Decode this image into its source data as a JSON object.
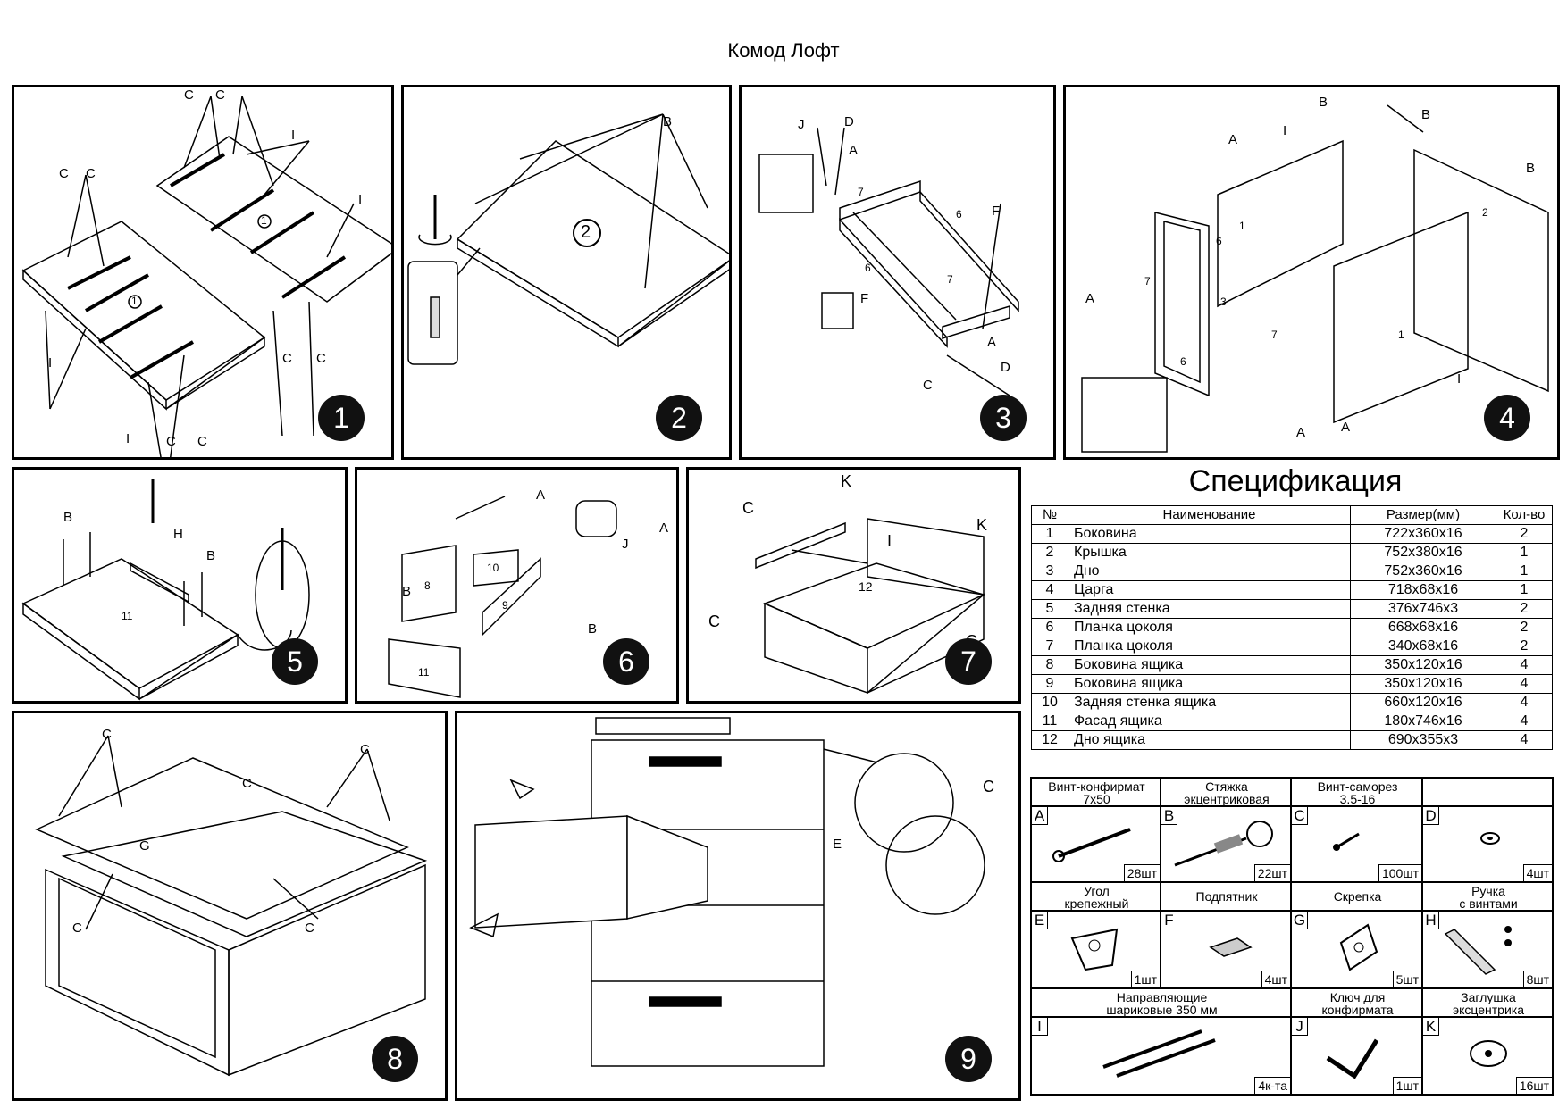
{
  "title": "Комод Лофт",
  "steps": [
    "1",
    "2",
    "3",
    "4",
    "5",
    "6",
    "7",
    "8",
    "9"
  ],
  "labels": {
    "p1": {
      "c": "C",
      "i": "I",
      "one": "1"
    },
    "p2": {
      "b": "B",
      "two": "2"
    },
    "p3": {
      "j": "J",
      "d": "D",
      "a": "A",
      "f": "F",
      "c": "C",
      "six": "6",
      "seven": "7"
    },
    "p4": {
      "b": "B",
      "a": "A",
      "i": "I",
      "one": "1",
      "two": "2",
      "three": "3",
      "six": "6",
      "seven": "7"
    },
    "p5": {
      "b": "B",
      "h": "H",
      "eleven": "11"
    },
    "p6": {
      "a": "A",
      "b": "B",
      "j": "J",
      "eight": "8",
      "nine": "9",
      "ten": "10",
      "eleven": "11"
    },
    "p7": {
      "c": "C",
      "k": "K",
      "i": "I",
      "twelve": "12"
    },
    "p8": {
      "c": "C",
      "g": "G"
    },
    "p9": {
      "c": "C",
      "e": "E"
    }
  },
  "spec": {
    "title": "Спецификация",
    "headers": [
      "№",
      "Наименование",
      "Размер(мм)",
      "Кол-во"
    ],
    "rows": [
      [
        "1",
        "Боковина",
        "722x360x16",
        "2"
      ],
      [
        "2",
        "Крышка",
        "752x380x16",
        "1"
      ],
      [
        "3",
        "Дно",
        "752x360x16",
        "1"
      ],
      [
        "4",
        "Царга",
        "718x68x16",
        "1"
      ],
      [
        "5",
        "Задняя стенка",
        "376x746x3",
        "2"
      ],
      [
        "6",
        "Планка цоколя",
        "668x68x16",
        "2"
      ],
      [
        "7",
        "Планка цоколя",
        "340x68x16",
        "2"
      ],
      [
        "8",
        "Боковина ящика",
        "350x120x16",
        "4"
      ],
      [
        "9",
        "Боковина ящика",
        "350x120x16",
        "4"
      ],
      [
        "10",
        "Задняя стенка ящика",
        "660x120x16",
        "4"
      ],
      [
        "11",
        "Фасад ящика",
        "180x746x16",
        "4"
      ],
      [
        "12",
        "Дно ящика",
        "690x355x3",
        "4"
      ]
    ]
  },
  "hardware": {
    "row1_captions": [
      "Винт-конфирмат\n7x50",
      "Стяжка\nэкцентриковая",
      "Винт-саморез\n3.5-16",
      ""
    ],
    "row1": [
      {
        "letter": "A",
        "qty": "28шт"
      },
      {
        "letter": "B",
        "qty": "22шт"
      },
      {
        "letter": "C",
        "qty": "100шт"
      },
      {
        "letter": "D",
        "qty": "4шт"
      }
    ],
    "row2_captions": [
      "Угол\nкрепежный",
      "Подпятник",
      "Скрепка",
      "Ручка\nс винтами"
    ],
    "row2": [
      {
        "letter": "E",
        "qty": "1шт"
      },
      {
        "letter": "F",
        "qty": "4шт"
      },
      {
        "letter": "G",
        "qty": "5шт"
      },
      {
        "letter": "H",
        "qty": "8шт"
      }
    ],
    "row3_captions": [
      "Направляющие\nшариковые 350 мм",
      "Ключ для\nконфирмата",
      "Заглушка\nэксцентрика"
    ],
    "row3": [
      {
        "letter": "I",
        "qty": "4к-та"
      },
      {
        "letter": "J",
        "qty": "1шт"
      },
      {
        "letter": "K",
        "qty": "16шт"
      }
    ]
  }
}
